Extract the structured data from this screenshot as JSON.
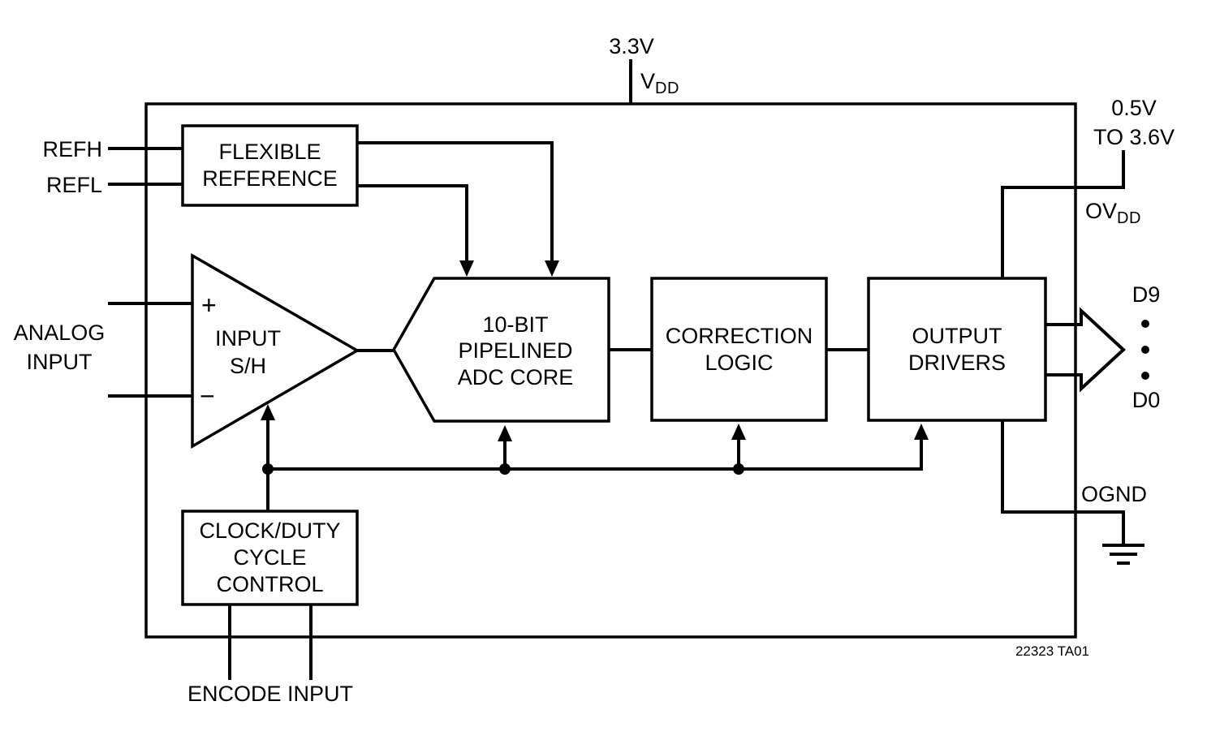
{
  "diagram": {
    "figure_id": "22323 TA01",
    "power": {
      "vdd_voltage": "3.3V",
      "vdd": {
        "base": "V",
        "sub": "DD"
      },
      "ovdd_range": "0.5V\nTO 3.6V",
      "ovdd": {
        "base": "OV",
        "sub": "DD"
      },
      "ognd": "OGND"
    },
    "pins": {
      "refh": "REFH",
      "refl": "REFL",
      "analog_input": "ANALOG\nINPUT",
      "encode_input": "ENCODE INPUT",
      "d9": "D9",
      "d0": "D0"
    },
    "blocks": {
      "flexible_reference": "FLEXIBLE\nREFERENCE",
      "input_sh": "INPUT\nS/H",
      "plus": "+",
      "minus": "−",
      "adc_core": "10-BIT\nPIPELINED\nADC CORE",
      "correction_logic": "CORRECTION\nLOGIC",
      "output_drivers": "OUTPUT\nDRIVERS",
      "clock_control": "CLOCK/DUTY\nCYCLE\nCONTROL"
    }
  }
}
